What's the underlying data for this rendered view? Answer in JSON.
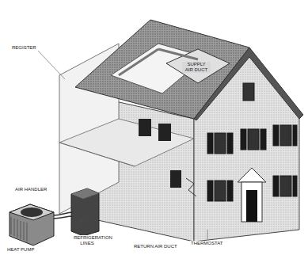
{
  "diagram": {
    "labels": [
      "REGISTER",
      "SUPPLY AIR DUCT",
      "AIR HANDLER",
      "HEAT PUMP",
      "REFRIGERATION LINES",
      "RETURN AIR DUCT",
      "THERMOSTAT"
    ]
  }
}
